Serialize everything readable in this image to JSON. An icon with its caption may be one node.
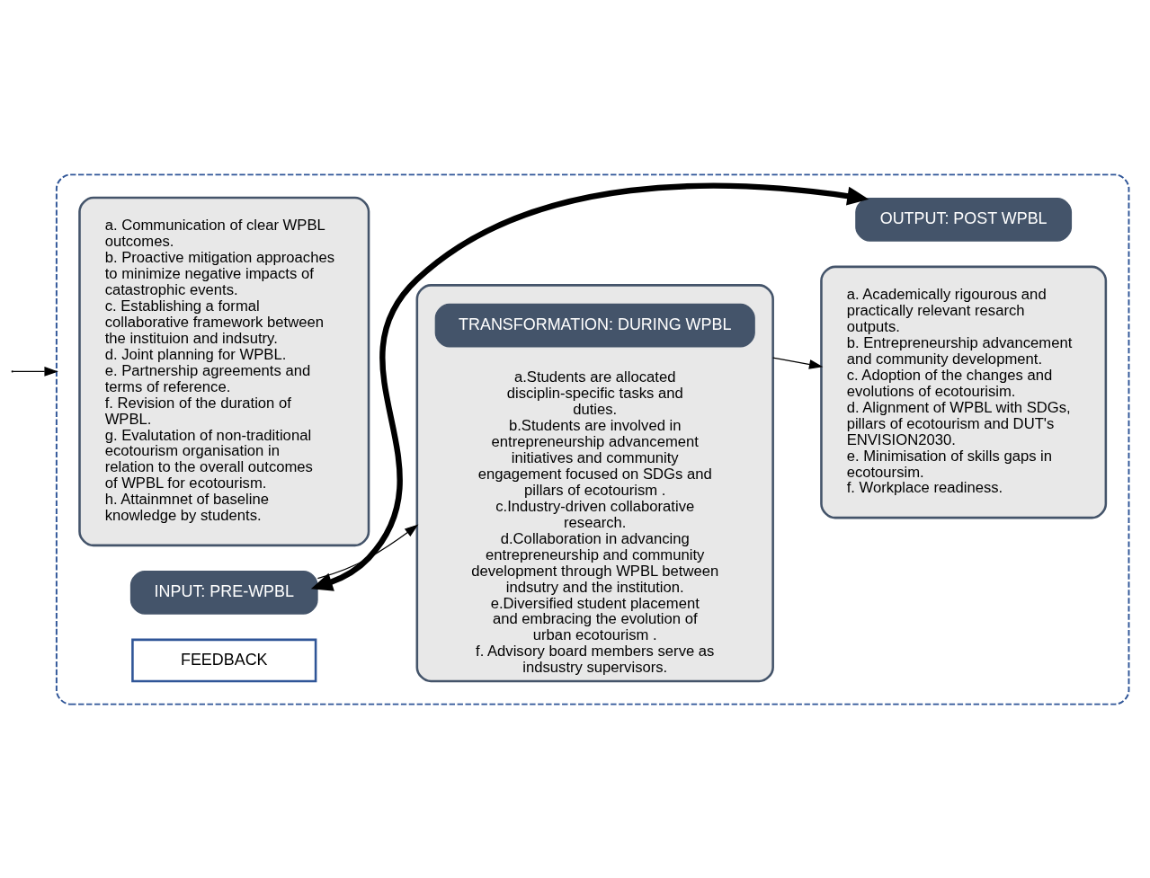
{
  "diagram": {
    "nodes": [
      {
        "text": [],
        "shape": "box"
      },
      {
        "text": [
          "a. Communication of clear WPBL outcomes.",
          "b. Proactive mitigation approaches to minimize negative impacts of catastrophic events.",
          "c. Establishing a formal collaborative framework between the instituion and indsutry.",
          "d. Joint planning for WPBL.",
          "e. Partnership agreements and terms of reference.",
          "f. Revision of the duration of WPBL.",
          "g. Evalutation of non-traditional ecotourism organisation in relation to the overall outcomes of WPBL for ecotourism.",
          "h. Attainmnet of baseline knowledge by students."
        ],
        "in": 0
      },
      {
        "text": [
          "INPUT: PRE-WPBL"
        ],
        "in": 0
      },
      {
        "text": [
          "a.Students are allocated disciplin-specific tasks and duties.",
          "b.Students are involved in entrepreneurship advancement initiatives and community engagement focused on SDGs and pillars of ecotourism .",
          "c.Industry-driven collaborative research.",
          "d.Collaboration in advancing entrepreneurship and community development through WPBL between indsutry and the institution.",
          "e.Diversified student placement and embracing the evolution of urban ecotourism .",
          "f. Advisory board members serve as indsustry supervisors."
        ],
        "in": 0
      },
      {
        "text": [
          "TRANSFORMATION: DURING WPBL"
        ],
        "in": 3
      },
      {
        "text": [
          "a. Academically rigourous and practically relevant resarch outputs.",
          "b. Entrepreneurship advancement and community development.",
          "c. Adoption of the changes and evolutions of ecotourisim.",
          "d. Alignment of WPBL with SDGs, pillars of ecotourism and DUT's ENVISION2030.",
          "e. Minimisation of skills gaps in ecotoursim.",
          "f. Workplace readiness."
        ],
        "in": 0
      },
      {
        "text": [
          "OUTPUT: POST WPBL"
        ],
        "in": 0
      },
      {
        "text": [
          "FEEDBACK"
        ],
        "in": 0
      }
    ],
    "edges": [
      {
        "from": 2,
        "to": 3,
        "arrow": "to"
      },
      {
        "from": 3,
        "to": 5,
        "arrow": "to"
      },
      {
        "from": null,
        "to": 0,
        "arrow": "to"
      },
      {
        "from": 2,
        "to": 6,
        "arrow": "both",
        "style": "thick"
      }
    ]
  }
}
